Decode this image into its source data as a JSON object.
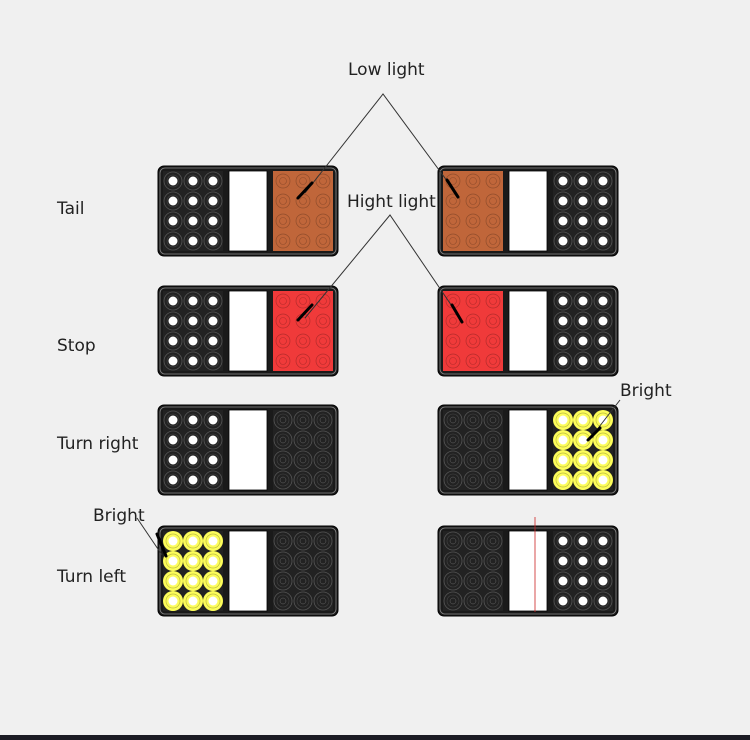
{
  "rows": [
    {
      "label": "Tail",
      "left": [
        "off",
        "amber"
      ],
      "right": [
        "amber",
        "off"
      ]
    },
    {
      "label": "Stop",
      "left": [
        "off",
        "red"
      ],
      "right": [
        "red",
        "off"
      ]
    },
    {
      "label": "Turn right",
      "left": [
        "off",
        "off"
      ],
      "right": [
        "off",
        "yellow"
      ]
    },
    {
      "label": "Turn left",
      "left": [
        "yellow",
        "off"
      ],
      "right": [
        "off",
        "off"
      ]
    }
  ],
  "callouts": {
    "low": "Low light",
    "high": "Hight light",
    "bright_right": "Bright",
    "bright_left": "Bright"
  },
  "colors": {
    "background": "#f0f0f0",
    "housing": "#1a1a1a",
    "window": "#ffffff",
    "amber": "#c0663a",
    "red": "#f03a3a",
    "yellow": "#fdfd5a",
    "led_dot": "#ffffff",
    "line": "#333333",
    "guide": "#cc2222"
  }
}
